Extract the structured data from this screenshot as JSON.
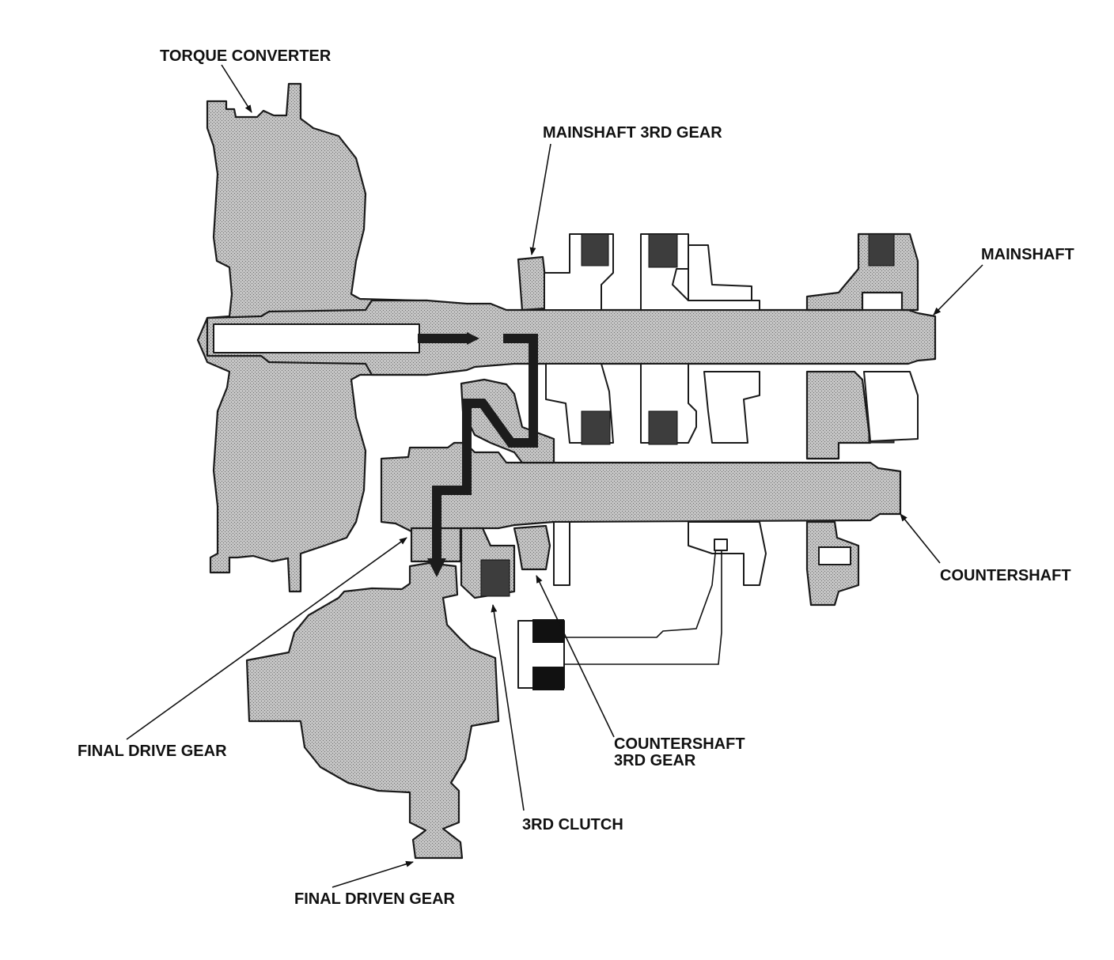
{
  "labels": {
    "torque_converter": "TORQUE CONVERTER",
    "mainshaft_3rd_gear": "MAINSHAFT 3RD GEAR",
    "mainshaft": "MAINSHAFT",
    "countershaft": "COUNTERSHAFT",
    "final_drive_gear": "FINAL DRIVE GEAR",
    "countershaft_3rd_gear_line1": "COUNTERSHAFT",
    "countershaft_3rd_gear_line2": "3RD GEAR",
    "third_clutch": "3RD CLUTCH",
    "final_driven_gear": "FINAL DRIVEN GEAR"
  },
  "colors": {
    "part_fill": "#b9b9b9",
    "outline": "#1a1a1a",
    "power_flow": "#1c1c1c",
    "background": "#ffffff"
  }
}
